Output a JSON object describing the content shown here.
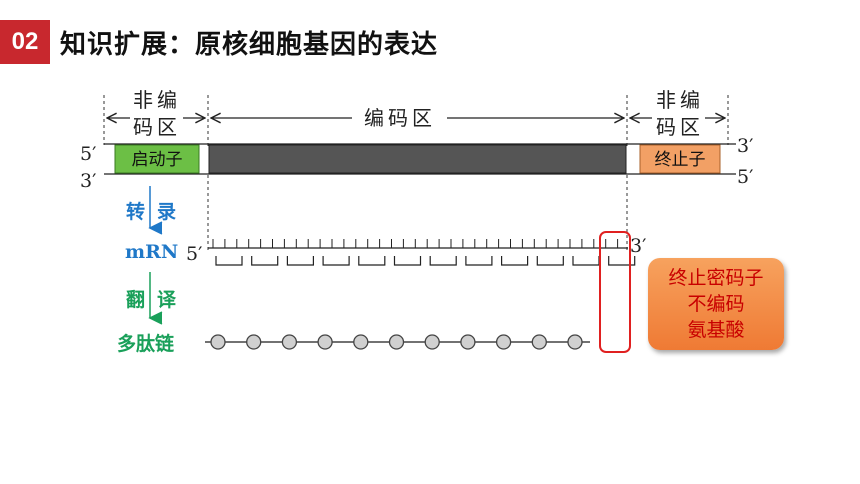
{
  "header": {
    "number": "02",
    "title": "知识扩展：原核细胞基因的表达"
  },
  "gene": {
    "noncoding_left": [
      "非编",
      "码区"
    ],
    "coding": "编码区",
    "noncoding_right": [
      "非编",
      "码区"
    ],
    "promoter": "启动子",
    "terminator": "终止子",
    "left_top": "5′",
    "left_bottom": "3′",
    "right_top": "3′",
    "right_bottom": "5′"
  },
  "process": {
    "transcription": [
      "转",
      "录"
    ],
    "mrna_label": "mRN",
    "mrna_5": "5′",
    "mrna_3": "3′",
    "translation": [
      "翻",
      "译"
    ],
    "polypeptide": "多肽链"
  },
  "callout": {
    "lines": [
      "终止密码子",
      "不编码",
      "氨基酸"
    ]
  },
  "colors": {
    "accent": "#c8282e",
    "promoter": "#6cbf45",
    "terminator": "#f2a065",
    "coding_bar": "#555555",
    "transcription_text": "#1f78c8",
    "translation_text": "#1aa05a",
    "highlight_box": "#e02020"
  }
}
